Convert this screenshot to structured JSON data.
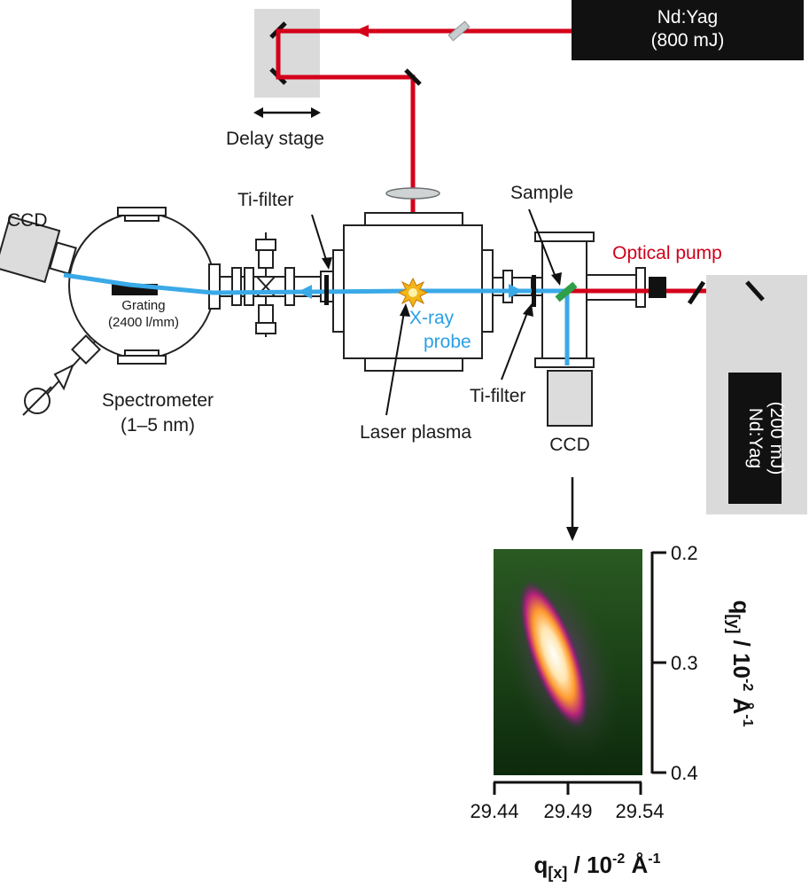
{
  "lasers": {
    "pump_top": {
      "line1": "Nd:Yag",
      "line2": "(800 mJ)"
    },
    "pump_right": {
      "line1": "Nd:Yag",
      "line2": "(200 mJ)"
    }
  },
  "labels": {
    "delay_stage": "Delay stage",
    "ti_filter_left": "Ti-filter",
    "ti_filter_right": "Ti-filter",
    "sample": "Sample",
    "optical_pump": "Optical pump",
    "ccd_left": "CCD",
    "ccd_bottom": "CCD",
    "grating_line1": "Grating",
    "grating_line2": "(2400 l/mm)",
    "spectrometer_line1": "Spectrometer",
    "spectrometer_line2": "(1–5 nm)",
    "xray_line1": "X-ray",
    "xray_line2": "probe",
    "laser_plasma": "Laser plasma"
  },
  "colors": {
    "optical_beam": "#d4001a",
    "xray_beam": "#3aa9e8",
    "stage_fill": "#d9dad9",
    "laser_box": "#111111"
  },
  "detector_image": {
    "x_ticks": [
      "29.44",
      "29.49",
      "29.54"
    ],
    "y_ticks": [
      "0.2",
      "0.3",
      "0.4"
    ],
    "x_axis": {
      "q": "q",
      "sub": "[x]",
      "rest": " / 10",
      "exp": "-2",
      "unit": " Å",
      "unit_exp": "-1"
    },
    "y_axis": {
      "q": "q",
      "sub": "[y]",
      "rest": " / 10",
      "exp": "-2",
      "unit": " Å",
      "unit_exp": "-1"
    }
  }
}
